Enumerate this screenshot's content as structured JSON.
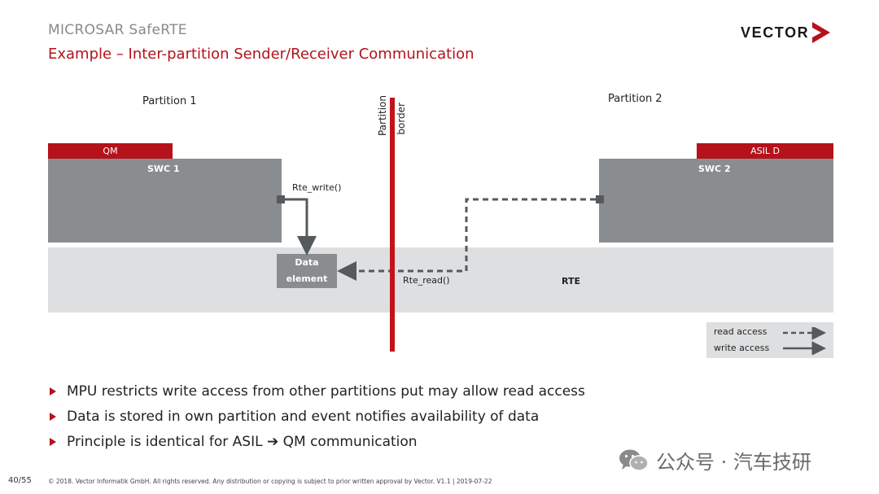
{
  "header": {
    "subtitle": "MICROSAR SafeRTE",
    "title": "Example – Inter-partition Sender/Receiver Communication",
    "logo_text": "VECTOR"
  },
  "diagram": {
    "partition1_label": "Partition 1",
    "partition2_label": "Partition 2",
    "partition_border_line1": "Partition",
    "partition_border_line2": "border",
    "swc1": {
      "badge": "QM",
      "label": "SWC 1"
    },
    "swc2": {
      "badge": "ASIL D",
      "label": "SWC 2"
    },
    "rte_label": "RTE",
    "data_element_line1": "Data",
    "data_element_line2": "element",
    "rte_write_label": "Rte_write()",
    "rte_read_label": "Rte_read()",
    "legend": {
      "read_access": "read access",
      "write_access": "write access"
    }
  },
  "bullets": [
    "MPU restricts write access from other partitions put may allow read access",
    "Data is stored in own partition and event notifies availability of data",
    "Principle is identical for ASIL ➔ QM communication"
  ],
  "footer": {
    "page": "40/55",
    "copyright": "© 2018. Vector Informatik GmbH. All rights reserved. Any distribution or copying is subject to prior written approval by Vector. V1.1 | 2019-07-22"
  },
  "watermark": "公众号 · 汽车技研",
  "colors": {
    "accent_red": "#b5121b",
    "swc_gray": "#8a8d90",
    "rte_band": "#dedfe0",
    "arrow": "#555a5c"
  }
}
